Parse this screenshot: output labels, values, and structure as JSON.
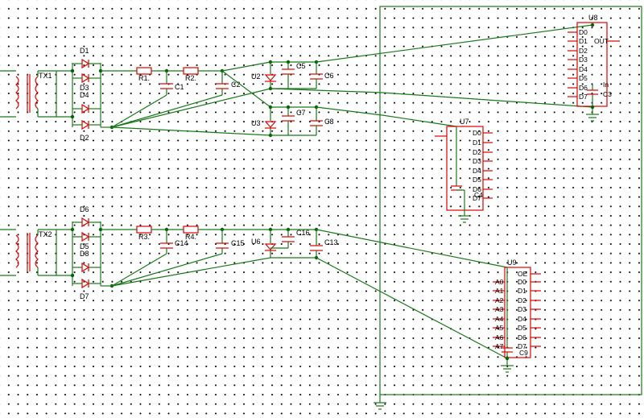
{
  "colors": {
    "wire": "#1a7a1a",
    "component": "#e00000",
    "node": "#006600",
    "text": "#000000",
    "grid_dot": "#000000",
    "background": "#ffffff"
  },
  "labels": {
    "tx1": "TX1",
    "tx2": "TX2",
    "d1": "D1",
    "d2": "D2",
    "d3": "D3",
    "d4": "D4",
    "d5": "D5",
    "d6": "D6",
    "d7": "D7",
    "d8": "D8",
    "r1": "R1.",
    "r2": "R2.",
    "r3": "R3.",
    "r4": "R4.",
    "c1": "C1",
    "c2": "C2",
    "c5": "C5",
    "c6": "C6",
    "c7": "C7",
    "c8": "C8",
    "c13": "C13",
    "c14": "C14",
    "c15": "C15",
    "c16": "C16",
    "u2": "U2",
    "u3": "U3",
    "u6": "U6",
    "u7": "U7",
    "u8": "U8",
    "u9": "U9"
  },
  "u8": {
    "left_pins": [
      "D0",
      "D1",
      "D2",
      "D3",
      "D4",
      "D5",
      "D6",
      "D7"
    ],
    "out": "OUT",
    "in": "In",
    "c3": "C3"
  },
  "u7": {
    "pins": [
      "D0",
      "D1",
      "D2",
      "D3",
      "D4",
      "D5",
      "D6",
      "D7"
    ],
    "overlap": [
      "C4",
      "D7"
    ]
  },
  "u9": {
    "left_pins": [
      "A0",
      "A1",
      "A2",
      "A3",
      "A4",
      "A5",
      "A6",
      "A7"
    ],
    "right_pins": [
      "OE",
      "D0",
      "D1",
      "D2",
      "D3",
      "D4",
      "D5",
      "D6",
      "D7"
    ],
    "c9": "C9"
  }
}
